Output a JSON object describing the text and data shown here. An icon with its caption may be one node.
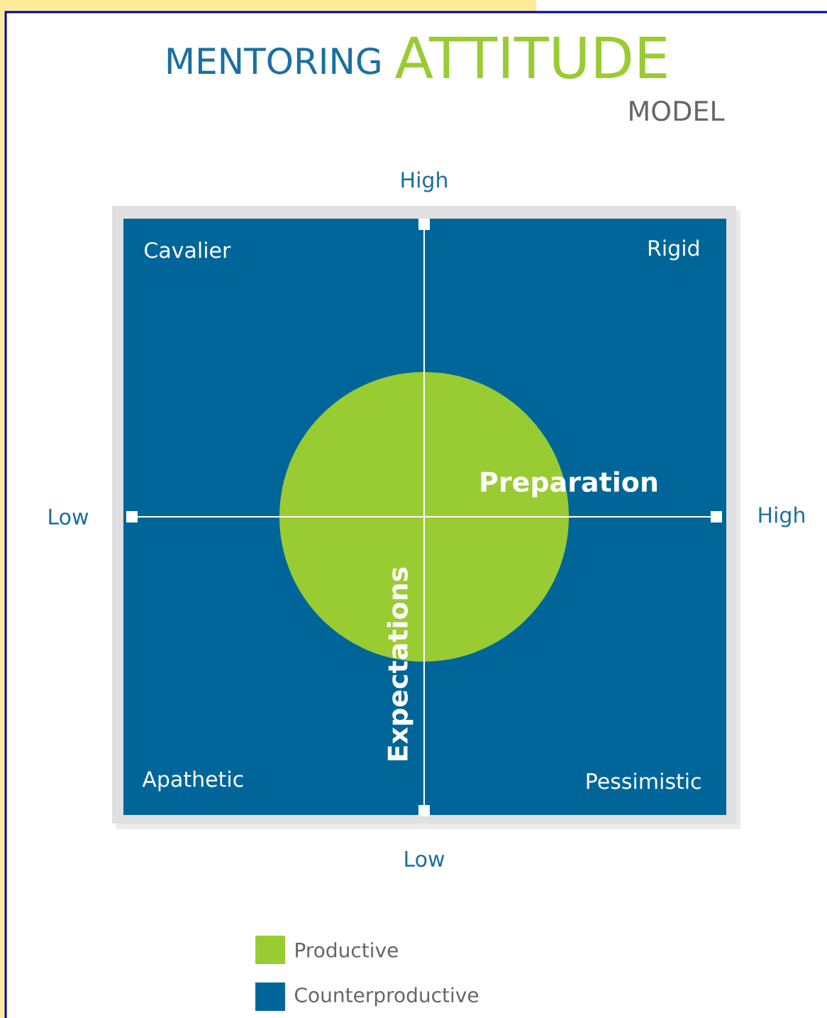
{
  "diagram": {
    "labels": [
      "MENTORING",
      "ATTITUDE",
      "MODEL",
      "High",
      "Cavalier",
      "Rigid",
      "Preparation",
      "Low",
      "High",
      "Expectations",
      "Apathetic",
      "Pessimistic",
      "Low"
    ],
    "legend": [
      {
        "text": "Productive",
        "color": "#99cc33"
      },
      {
        "text": "Counterproductive",
        "color": "#006699"
      }
    ]
  }
}
